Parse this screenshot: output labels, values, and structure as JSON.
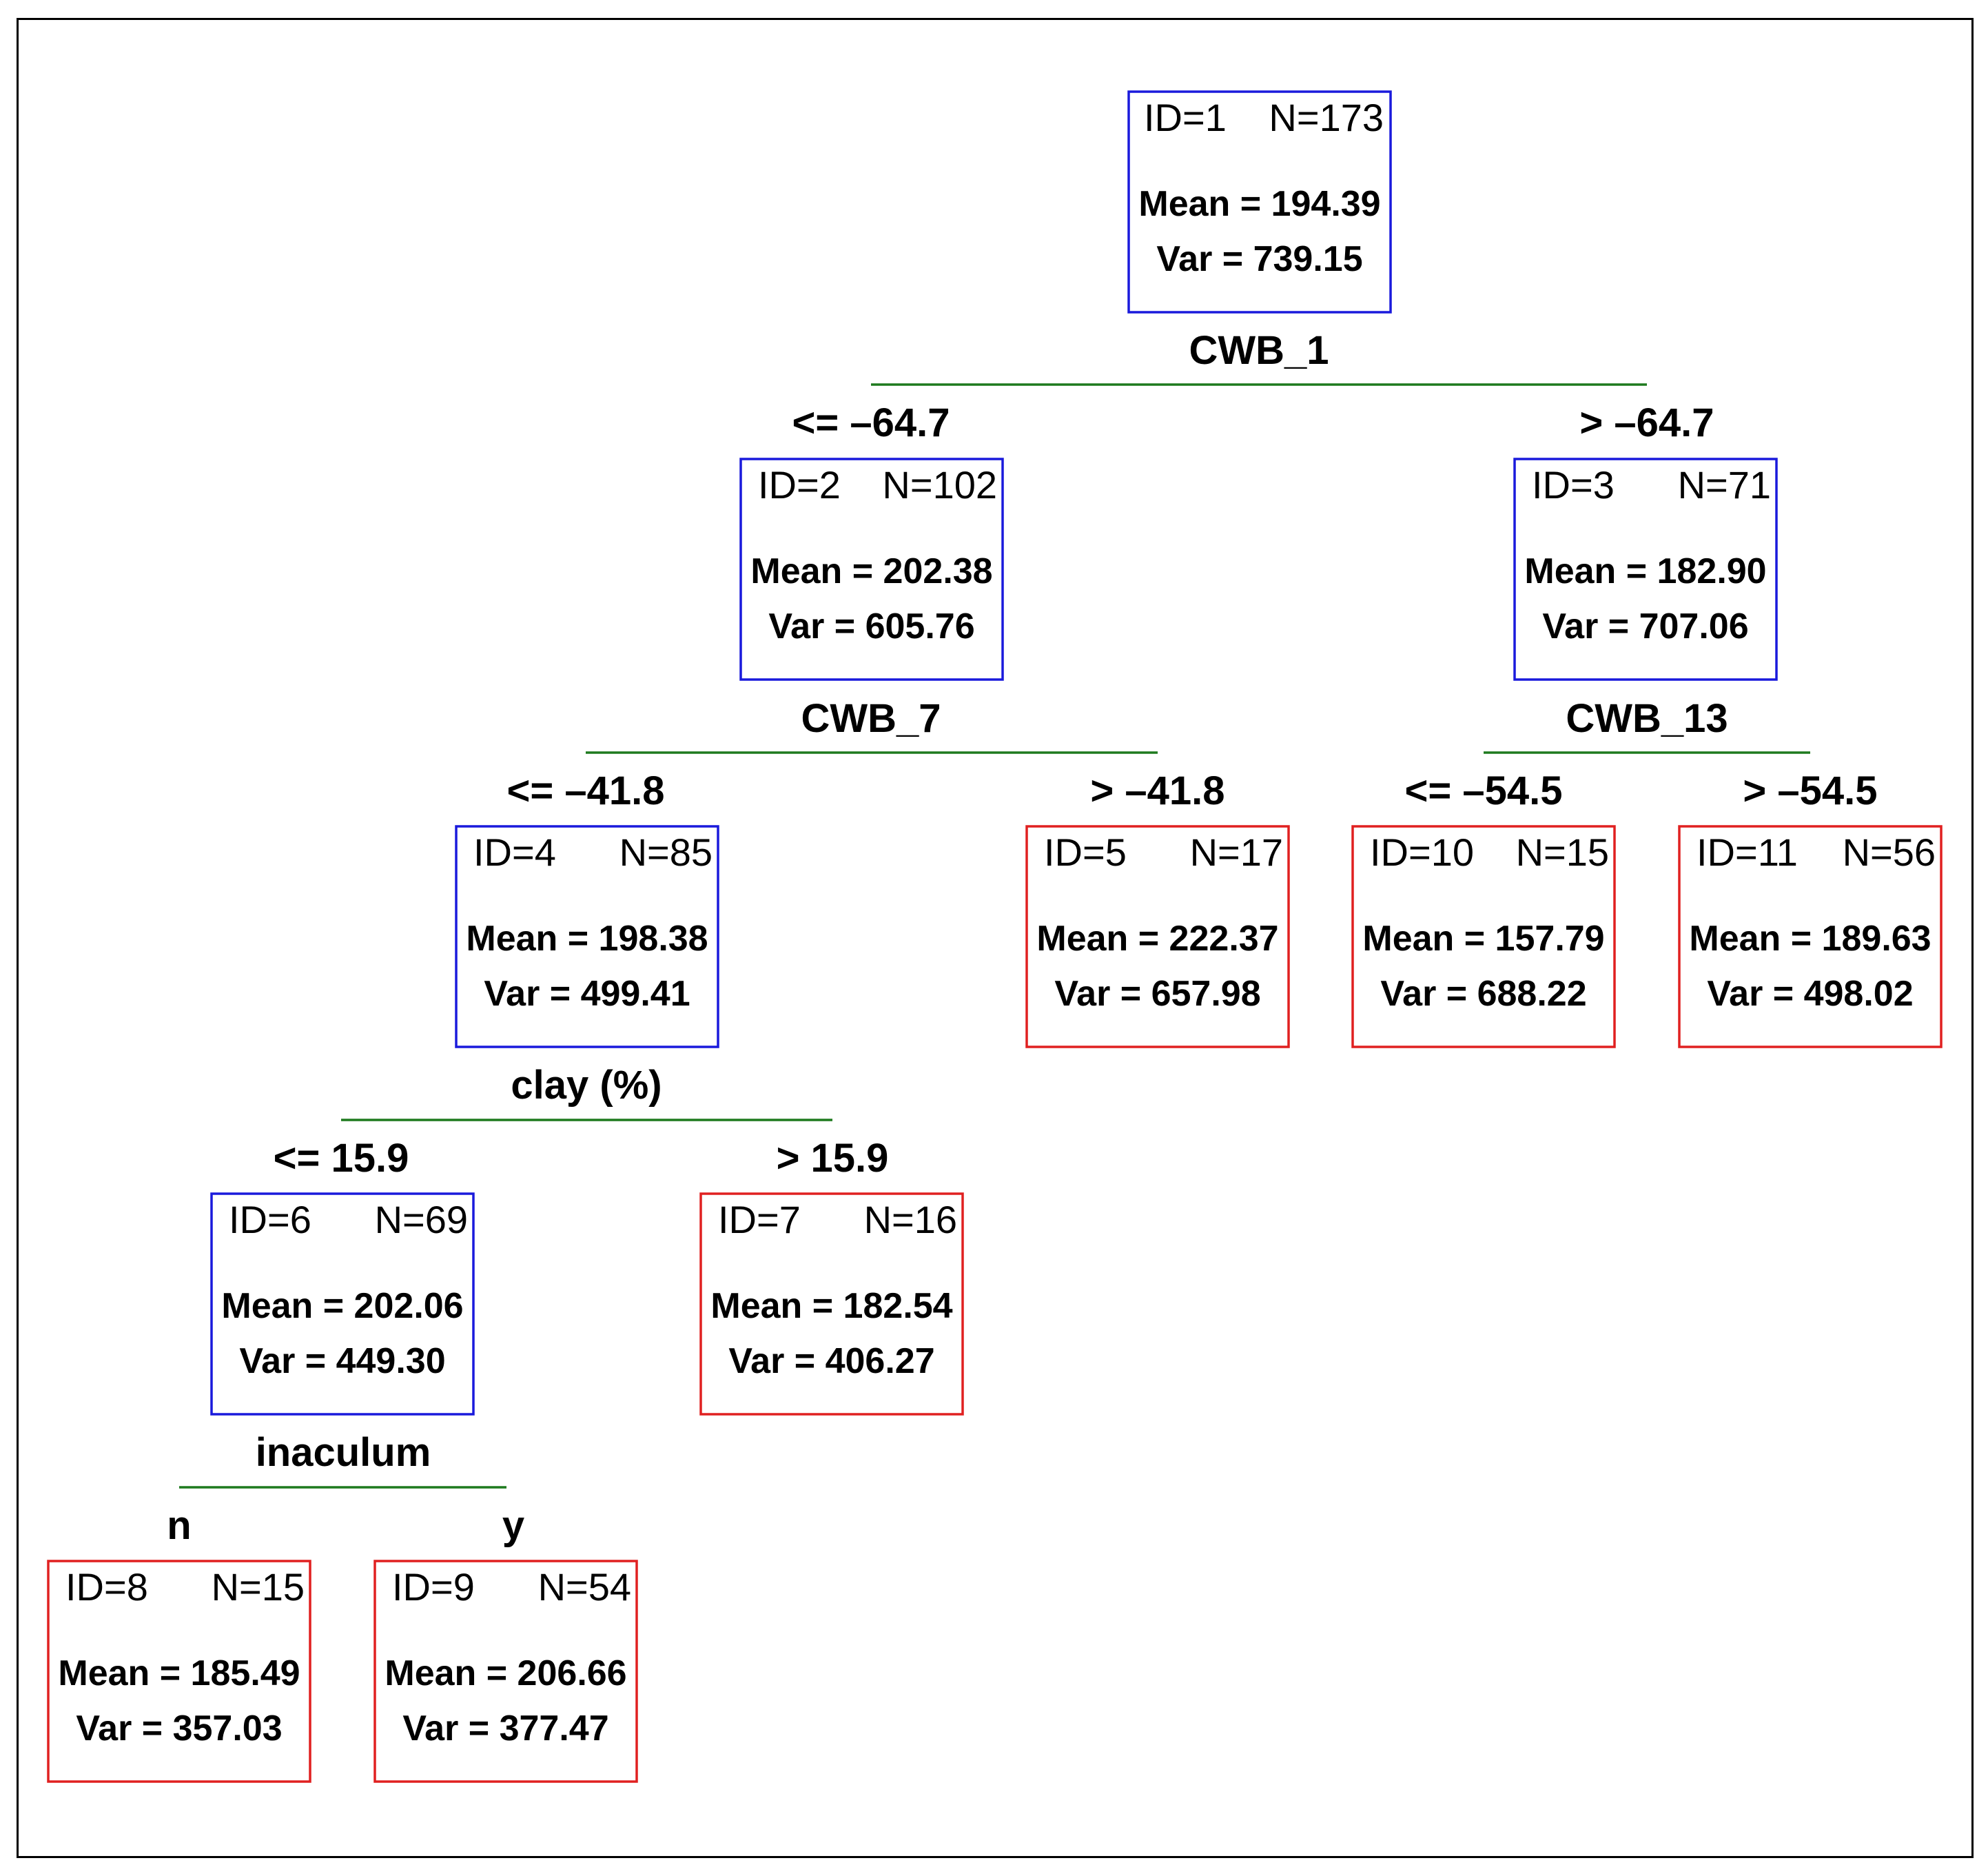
{
  "colors": {
    "internal_node": "#1a1adc",
    "leaf_node": "#e02020",
    "split_line": "#1e7a1e",
    "frame": "#000000"
  },
  "nodes": {
    "n1": {
      "id": "ID=1",
      "n": "N=173",
      "mean": "Mean = 194.39",
      "var": "Var = 739.15"
    },
    "n2": {
      "id": "ID=2",
      "n": "N=102",
      "mean": "Mean = 202.38",
      "var": "Var = 605.76"
    },
    "n3": {
      "id": "ID=3",
      "n": "N=71",
      "mean": "Mean = 182.90",
      "var": "Var = 707.06"
    },
    "n4": {
      "id": "ID=4",
      "n": "N=85",
      "mean": "Mean = 198.38",
      "var": "Var = 499.41"
    },
    "n5": {
      "id": "ID=5",
      "n": "N=17",
      "mean": "Mean = 222.37",
      "var": "Var = 657.98"
    },
    "n6": {
      "id": "ID=6",
      "n": "N=69",
      "mean": "Mean = 202.06",
      "var": "Var = 449.30"
    },
    "n7": {
      "id": "ID=7",
      "n": "N=16",
      "mean": "Mean = 182.54",
      "var": "Var = 406.27"
    },
    "n8": {
      "id": "ID=8",
      "n": "N=15",
      "mean": "Mean = 185.49",
      "var": "Var = 357.03"
    },
    "n9": {
      "id": "ID=9",
      "n": "N=54",
      "mean": "Mean = 206.66",
      "var": "Var = 377.47"
    },
    "n10": {
      "id": "ID=10",
      "n": "N=15",
      "mean": "Mean = 157.79",
      "var": "Var = 688.22"
    },
    "n11": {
      "id": "ID=11",
      "n": "N=56",
      "mean": "Mean = 189.63",
      "var": "Var = 498.02"
    }
  },
  "splits": {
    "s1": {
      "variable": "CWB_1",
      "left": "<= –64.7",
      "right": "> –64.7"
    },
    "s2": {
      "variable": "CWB_7",
      "left": "<= –41.8",
      "right": "> –41.8"
    },
    "s3": {
      "variable": "CWB_13",
      "left": "<= –54.5",
      "right": "> –54.5"
    },
    "s4": {
      "variable": "clay (%)",
      "left": "<= 15.9",
      "right": "> 15.9"
    },
    "s6": {
      "variable": "inaculum",
      "left": "n",
      "right": "y"
    }
  }
}
